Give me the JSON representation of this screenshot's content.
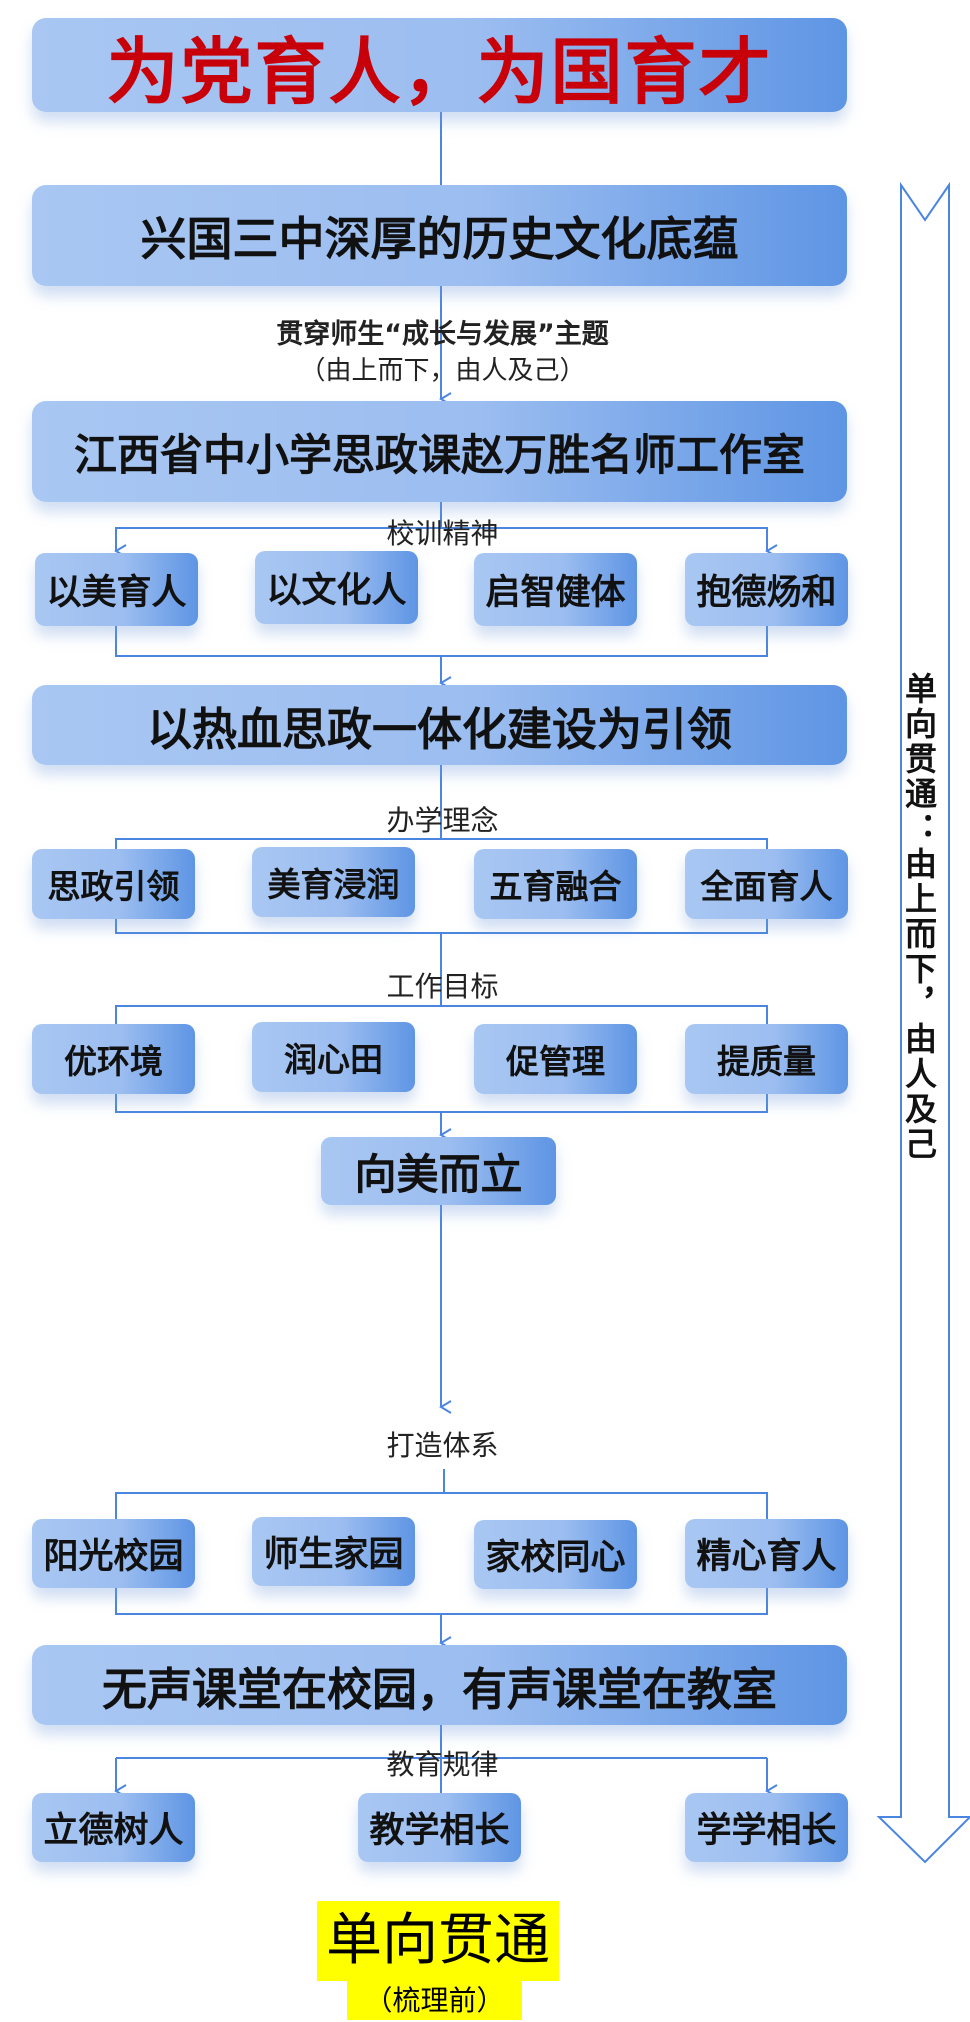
{
  "title": "为党育人，为国育才",
  "foundation": "兴国三中深厚的历史文化底蕴",
  "theme_line": "贯穿师生“成长与发展”主题",
  "theme_sub": "（由上而下，由人及己）",
  "studio": "江西省中小学思政课赵万胜名师工作室",
  "motto": {
    "label": "校训精神",
    "items": [
      "以美育人",
      "以文化人",
      "启智健体",
      "抱德炀和"
    ]
  },
  "lead": "以热血思政一体化建设为引领",
  "philosophy": {
    "label": "办学理念",
    "items": [
      "思政引领",
      "美育浸润",
      "五育融合",
      "全面育人"
    ]
  },
  "goals": {
    "label": "工作目标",
    "items": [
      "优环境",
      "润心田",
      "促管理",
      "提质量"
    ]
  },
  "core": "向美而立",
  "system": {
    "label": "打造体系",
    "items": [
      "阳光校园",
      "师生家园",
      "家校同心",
      "精心育人"
    ]
  },
  "classroom": "无声课堂在校园，有声课堂在教室",
  "law": {
    "label": "教育规律",
    "items": [
      "立德树人",
      "教学相长",
      "学学相长"
    ]
  },
  "side_arrow_text": "单向贯通：由上而下，由人及己",
  "footer": {
    "title": "单向贯通",
    "sub": "（梳理前）"
  },
  "colors": {
    "title_red": "#c8000a",
    "line": "#4a86e0",
    "highlight": "#ffff00"
  }
}
